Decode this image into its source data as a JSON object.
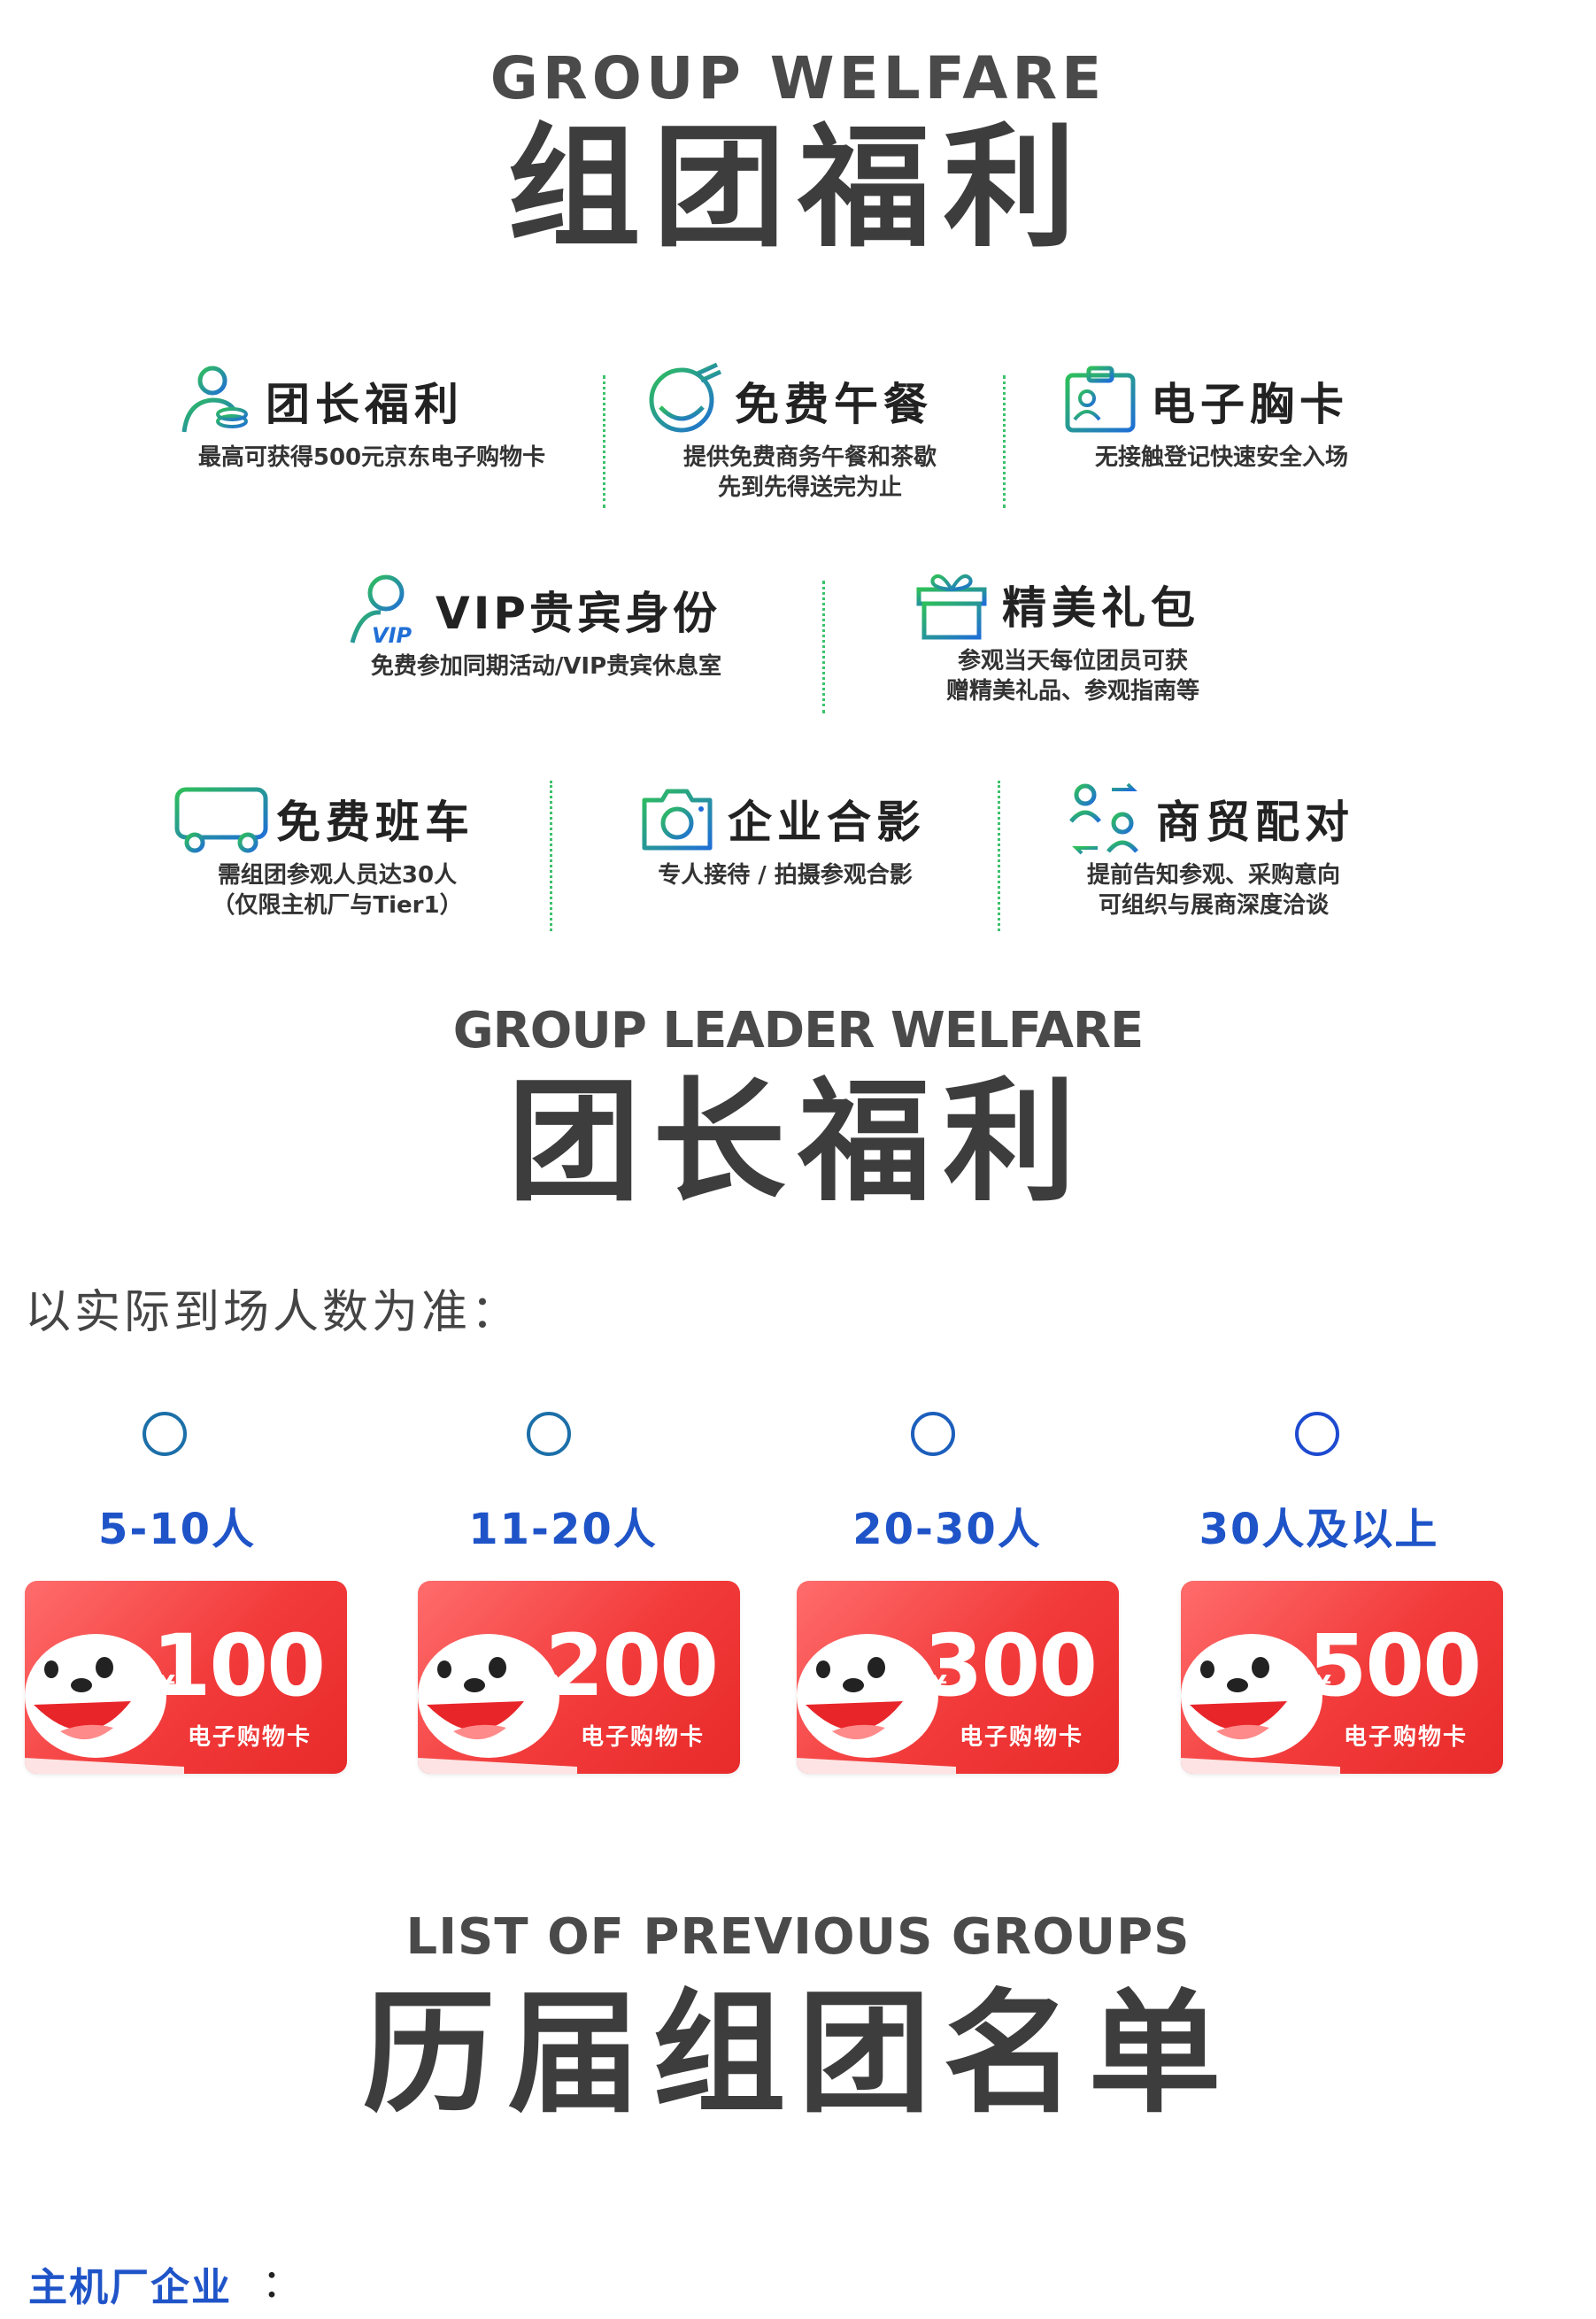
{
  "section1": {
    "title_en": "GROUP WELFARE",
    "title_cn": "组团福利"
  },
  "benefits": [
    {
      "id": "leader",
      "name": "团长福利",
      "desc": [
        "最高可获得500元京东电子购物卡"
      ],
      "icon": "leader-coin-icon"
    },
    {
      "id": "lunch",
      "name": "免费午餐",
      "desc": [
        "提供免费商务午餐和茶歇",
        "先到先得送完为止"
      ],
      "icon": "lunch-bowl-icon"
    },
    {
      "id": "badge",
      "name": "电子胸卡",
      "desc": [
        "无接触登记快速安全入场"
      ],
      "icon": "badge-card-icon"
    },
    {
      "id": "vip",
      "name": "VIP贵宾身份",
      "desc": [
        "免费参加同期活动/VIP贵宾休息室"
      ],
      "icon": "vip-person-icon"
    },
    {
      "id": "gift",
      "name": "精美礼包",
      "desc": [
        "参观当天每位团员可获",
        "赠精美礼品、参观指南等"
      ],
      "icon": "gift-box-icon"
    },
    {
      "id": "bus",
      "name": "免费班车",
      "desc": [
        "需组团参观人员达30人",
        "（仅限主机厂与Tier1）"
      ],
      "icon": "bus-icon"
    },
    {
      "id": "photo",
      "name": "企业合影",
      "desc": [
        "专人接待 / 拍摄参观合影"
      ],
      "icon": "camera-icon"
    },
    {
      "id": "match",
      "name": "商贸配对",
      "desc": [
        "提前告知参观、采购意向",
        "可组织与展商深度洽谈"
      ],
      "icon": "people-exchange-icon"
    }
  ],
  "section2": {
    "title_en": "GROUP LEADER WELFARE",
    "title_cn": "团长福利"
  },
  "note": "以实际到场人数为准：",
  "tiers": [
    {
      "label": "5-10人",
      "amount": "100",
      "currency": "¥",
      "card_text": "电子购物卡"
    },
    {
      "label": "11-20人",
      "amount": "200",
      "currency": "¥",
      "card_text": "电子购物卡"
    },
    {
      "label": "20-30人",
      "amount": "300",
      "currency": "¥",
      "card_text": "电子购物卡"
    },
    {
      "label": "30人及以上",
      "amount": "500",
      "currency": "¥",
      "card_text": "电子购物卡"
    }
  ],
  "section3": {
    "title_en": "LIST OF PREVIOUS GROUPS",
    "title_cn": "历届组团名单"
  },
  "footer": {
    "label": "主机厂企业",
    "colon": "："
  },
  "colors": {
    "green": "#2fbf5a",
    "blue": "#1f54c8",
    "red": "#f23a3a",
    "title_gray": "#3d3d3d"
  }
}
